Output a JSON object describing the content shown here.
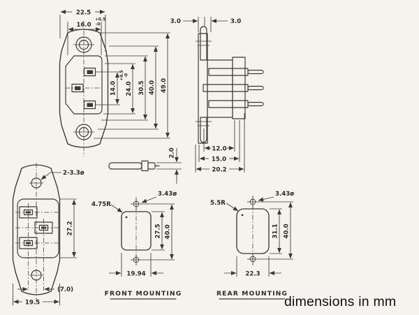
{
  "note": "dimensions in mm",
  "colors": {
    "paper": "#f4f3ee",
    "ink": "#3b3832",
    "text": "#2e2b26",
    "note_text": "#0f0f0f"
  },
  "front_view": {
    "dim_width_overall": "22.5",
    "dim_width_opening": "16.0",
    "tol16_plus": "+0.5",
    "tol16_minus": "-0",
    "dim_pin_span": "14.0",
    "tol14_plus": "+0.5",
    "tol14_minus": "-0",
    "dim_depth_24": "24.0",
    "dim_depth_30_5": "30.5",
    "dim_height_40": "40.0",
    "dim_height_49": "49.0"
  },
  "side_view": {
    "dim_flange_thickness": "3.0",
    "dim_pin_offset": "3.0",
    "dim_body_12": "12.0",
    "dim_body_15": "15.0",
    "dim_body_20_2": "20.2"
  },
  "pin_detail": {
    "dim_pin_width": "2.0"
  },
  "rear_view": {
    "callout_holes": "2-3.3ø",
    "dim_body_height": "27.2",
    "dim_pin_pitch": "(7.0)",
    "dim_body_width": "19.5"
  },
  "front_mounting": {
    "callout_hole": "3.43ø",
    "callout_radius": "4.75R",
    "dim_cutout_height": "27.5",
    "dim_hole_pitch": "40.0",
    "dim_cutout_width": "19.94",
    "label": "FRONT MOUNTING"
  },
  "rear_mounting": {
    "callout_hole": "3.43ø",
    "callout_radius": "5.5R",
    "dim_cutout_height": "31.1",
    "dim_hole_pitch": "40.0",
    "dim_cutout_width": "22.3",
    "label": "REAR MOUNTING"
  }
}
